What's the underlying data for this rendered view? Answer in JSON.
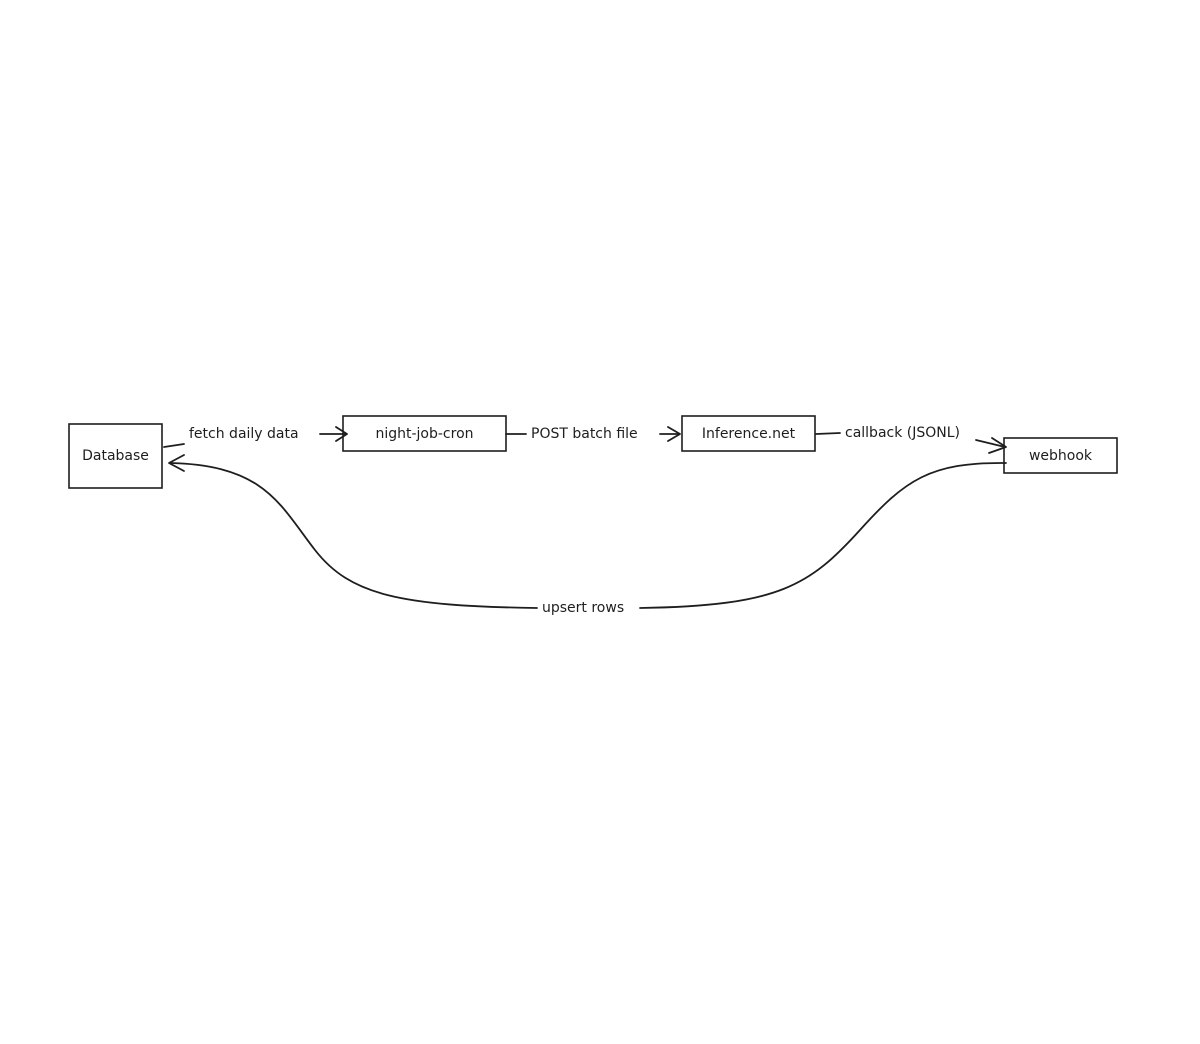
{
  "diagram": {
    "nodes": {
      "database": "Database",
      "night_job_cron": "night-job-cron",
      "inference_net": "Inference.net",
      "webhook": "webhook"
    },
    "edges": {
      "fetch": "fetch daily data",
      "post": "POST batch file",
      "callback": "callback (JSONL)",
      "upsert": "upsert rows"
    },
    "colors": {
      "stroke": "#1e1e1e",
      "background": "#ffffff"
    }
  }
}
